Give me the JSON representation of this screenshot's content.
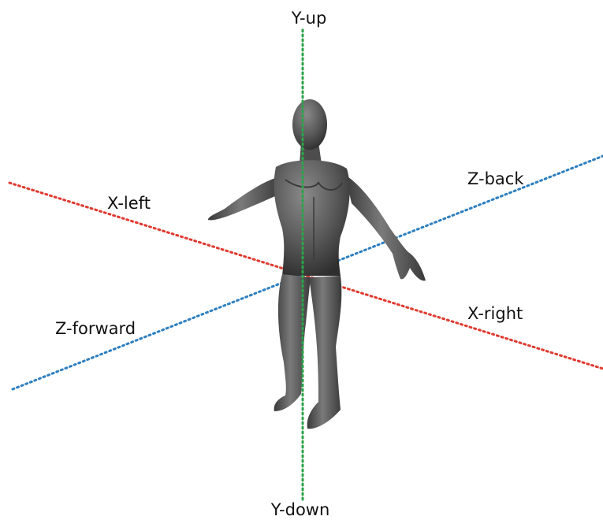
{
  "labels": {
    "y_up": "Y-up",
    "y_down": "Y-down",
    "x_left": "X-left",
    "x_right": "X-right",
    "z_back": "Z-back",
    "z_forward": "Z-forward"
  },
  "colors": {
    "background": "#ffffff",
    "x_axis": "#e03a2f",
    "y_axis": "#2ea24a",
    "z_axis": "#2d7fc0",
    "figure": "#555555",
    "label_text": "#111111"
  },
  "figure": {
    "icon": "human-figure-t-pose-icon"
  }
}
